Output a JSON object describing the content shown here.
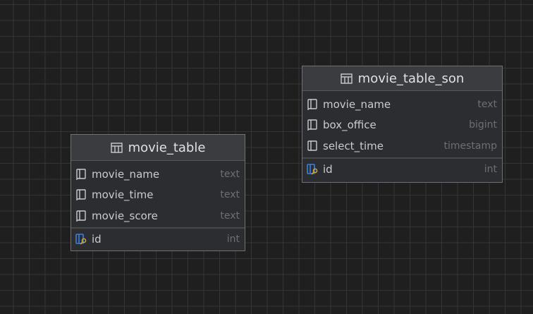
{
  "tables": [
    {
      "name": "movie_table",
      "columns": [
        {
          "name": "movie_name",
          "type": "text"
        },
        {
          "name": "movie_time",
          "type": "text"
        },
        {
          "name": "movie_score",
          "type": "text"
        }
      ],
      "keys": [
        {
          "name": "id",
          "type": "int"
        }
      ]
    },
    {
      "name": "movie_table_son",
      "columns": [
        {
          "name": "movie_name",
          "type": "text"
        },
        {
          "name": "box_office",
          "type": "bigint"
        },
        {
          "name": "select_time",
          "type": "timestamp"
        }
      ],
      "keys": [
        {
          "name": "id",
          "type": "int"
        }
      ]
    }
  ],
  "icons": {
    "table": "table-icon",
    "column": "column-icon",
    "primary_key": "primary-key-column-icon"
  },
  "colors": {
    "canvas": "#1f1f1f",
    "grid": "#333435",
    "node_background": "#2b2d30",
    "key_icon_accent": "#3d7fe0",
    "key_icon_gold": "#d6a53a"
  }
}
